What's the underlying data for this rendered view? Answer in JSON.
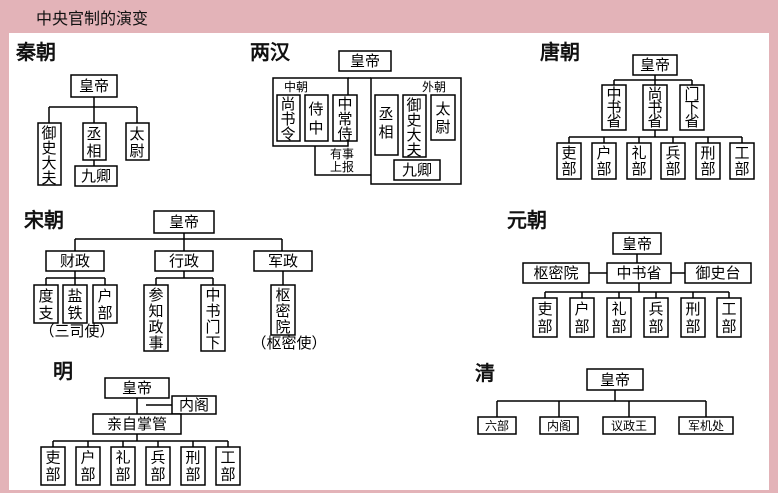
{
  "page": {
    "title": "中央官制的演变"
  },
  "dynasties": {
    "qin": {
      "name": "秦朝",
      "emperor": "皇帝",
      "yushidafu": [
        "御",
        "史",
        "大",
        "夫"
      ],
      "chengxiang": [
        "丞",
        "相"
      ],
      "taiwei": [
        "太",
        "尉"
      ],
      "jiuqing": "九卿"
    },
    "han": {
      "name": "两汉",
      "emperor": "皇帝",
      "inner_label": "中朝",
      "outer_label": "外朝",
      "shangshuling": [
        "尚",
        "书",
        "令"
      ],
      "shizhong": [
        "侍",
        "中"
      ],
      "zhongchangshi": [
        "中",
        "常",
        "侍"
      ],
      "chengxiang": [
        "丞",
        "相"
      ],
      "yushidafu": [
        "御",
        "史",
        "大",
        "夫"
      ],
      "taiwei": [
        "太",
        "尉"
      ],
      "note": [
        "有事",
        "上报"
      ],
      "jiuqing": "九卿"
    },
    "tang": {
      "name": "唐朝",
      "emperor": "皇帝",
      "sansheng": [
        [
          "中",
          "书",
          "省"
        ],
        [
          "尚",
          "书",
          "省"
        ],
        [
          "门",
          "下",
          "省"
        ]
      ],
      "liubu": [
        [
          "吏",
          "部"
        ],
        [
          "户",
          "部"
        ],
        [
          "礼",
          "部"
        ],
        [
          "兵",
          "部"
        ],
        [
          "刑",
          "部"
        ],
        [
          "工",
          "部"
        ]
      ]
    },
    "song": {
      "name": "宋朝",
      "emperor": "皇帝",
      "caizheng": "财政",
      "xingzheng": "行政",
      "junzheng": "军政",
      "caizheng_items": [
        [
          "度",
          "支"
        ],
        [
          "盐",
          "铁"
        ],
        [
          "户",
          "部"
        ]
      ],
      "caizheng_note": "（三司使）",
      "xingzheng_items": [
        [
          "参",
          "知",
          "政",
          "事"
        ],
        [
          "中",
          "书",
          "门",
          "下"
        ]
      ],
      "shumiyuan": [
        "枢",
        "密",
        "院"
      ],
      "junzheng_note": "（枢密使）"
    },
    "yuan": {
      "name": "元朝",
      "emperor": "皇帝",
      "shumiyuan": "枢密院",
      "zhongshusheng": "中书省",
      "yushitai": "御史台",
      "liubu": [
        [
          "吏",
          "部"
        ],
        [
          "户",
          "部"
        ],
        [
          "礼",
          "部"
        ],
        [
          "兵",
          "部"
        ],
        [
          "刑",
          "部"
        ],
        [
          "工",
          "部"
        ]
      ]
    },
    "ming": {
      "name": "明",
      "emperor": "皇帝",
      "neige": "内阁",
      "qinzizhangguan": "亲自掌管",
      "liubu": [
        [
          "吏",
          "部"
        ],
        [
          "户",
          "部"
        ],
        [
          "礼",
          "部"
        ],
        [
          "兵",
          "部"
        ],
        [
          "刑",
          "部"
        ],
        [
          "工",
          "部"
        ]
      ]
    },
    "qing": {
      "name": "清",
      "emperor": "皇帝",
      "offices": [
        "六部",
        "内阁",
        "议政王",
        "军机处"
      ]
    }
  }
}
